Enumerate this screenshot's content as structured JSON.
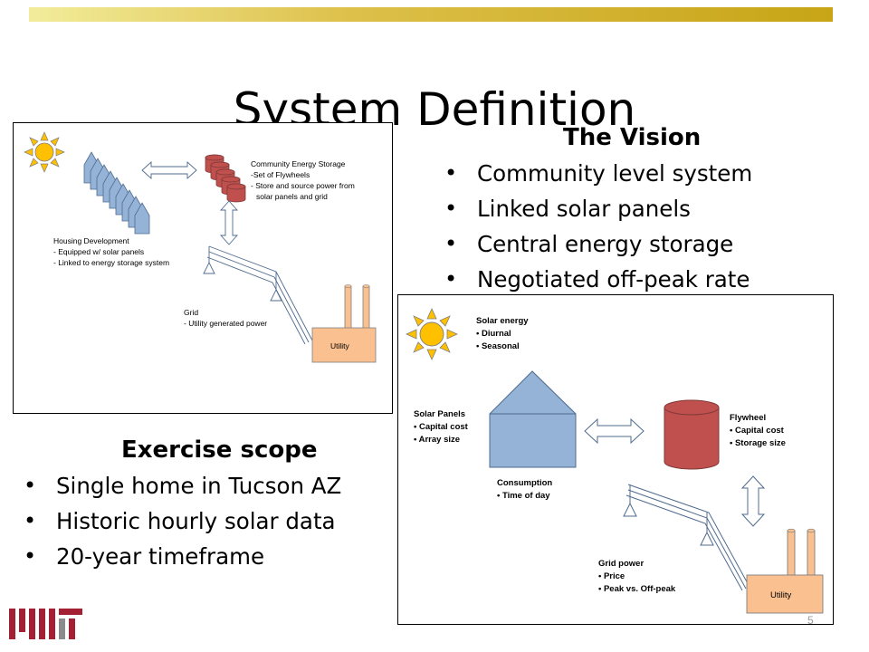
{
  "slide": {
    "title": "System Definition",
    "page_number": "5"
  },
  "vision": {
    "heading": "The Vision",
    "bullets": [
      "Community level system",
      "Linked solar panels",
      "Central energy storage",
      "Negotiated off-peak rate"
    ]
  },
  "scope": {
    "heading": "Exercise scope",
    "bullets": [
      "Single home in Tucson AZ",
      "Historic hourly solar data",
      "20-year timeframe"
    ]
  },
  "community_diagram": {
    "storage_title": "Community Energy Storage",
    "storage_line1": "-Set of Flywheels",
    "storage_line2": "- Store and source power from",
    "storage_line3": "solar panels and grid",
    "housing_title": "Housing Development",
    "housing_line1": "- Equipped w/ solar panels",
    "housing_line2": "- Linked to energy storage system",
    "grid_title": "Grid",
    "grid_line1": "- Utility generated power",
    "utility_label": "Utility"
  },
  "home_diagram": {
    "solar_title": "Solar energy",
    "solar_items": [
      "Diurnal",
      "Seasonal"
    ],
    "panels_title": "Solar Panels",
    "panels_items": [
      "Capital cost",
      "Array size"
    ],
    "flywheel_title": "Flywheel",
    "flywheel_items": [
      "Capital cost",
      "Storage size"
    ],
    "consumption_title": "Consumption",
    "consumption_items": [
      "Time of day"
    ],
    "grid_title": "Grid power",
    "grid_items": [
      "Price",
      "Peak vs. Off-peak"
    ],
    "utility_label": "Utility"
  },
  "logo": {
    "text": "MIT"
  },
  "colors": {
    "house_blue": "#95b3d7",
    "flywheel_red": "#c0504d",
    "utility_orange": "#fac090",
    "sun_yellow": "#ffc000",
    "gold_bar": "#c7a516",
    "mit_red": "#a31f34"
  }
}
